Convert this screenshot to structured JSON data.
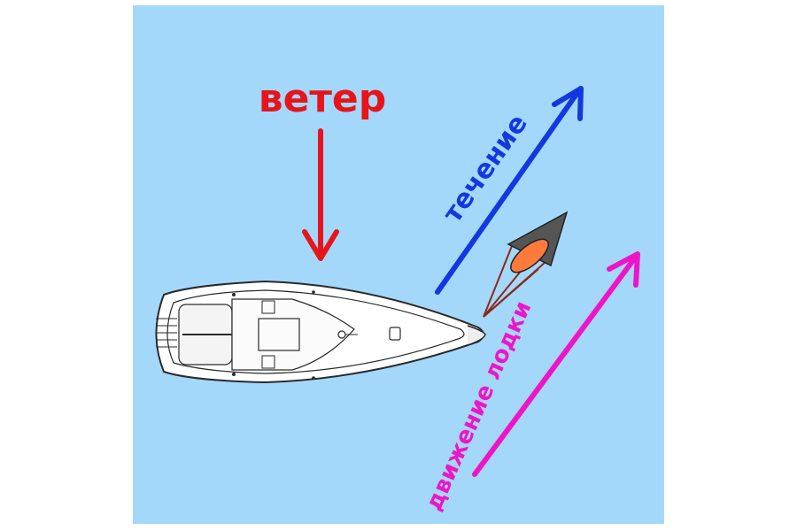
{
  "labels": {
    "wind": "ветер",
    "current": "течение",
    "boat_motion": "движение лодки"
  },
  "colors": {
    "water": "#a3d8fb",
    "wind": "#e8141b",
    "current": "#1537e0",
    "boat_motion": "#ee15c8",
    "anchor_cone": "#555555",
    "anchor_opening": "#ff7b3b",
    "anchor_lines": "#8a2a1a",
    "hull": "#ffffff",
    "deck_lines": "#2a2a2a"
  },
  "icons": {
    "boat": "sailboat-topview-icon",
    "drogue": "sea-anchor-icon"
  }
}
